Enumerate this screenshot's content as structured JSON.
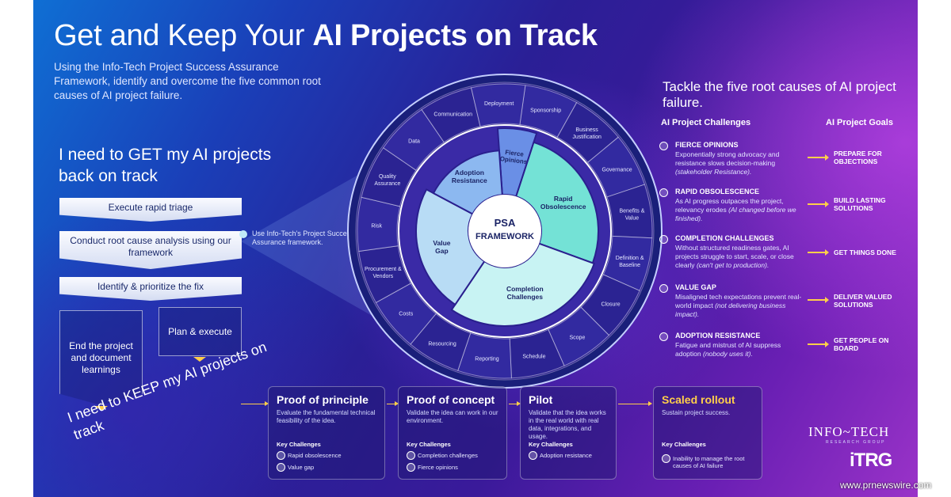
{
  "title": {
    "prefix": "Get and Keep Your ",
    "bold": "AI Projects on Track"
  },
  "subtitle": "Using the Info-Tech Project Success Assurance Framework, identify and overcome the five common root causes of AI project failure.",
  "get_heading": "I need to GET my AI projects back on track",
  "steps": [
    "Execute rapid triage",
    "Conduct root cause analysis using our framework",
    "Identify & prioritize the fix"
  ],
  "branches": [
    "End the project and document learnings",
    "Plan & execute"
  ],
  "keep_heading": "I need to KEEP my AI projects on track",
  "callout": "Use Info-Tech's Project Success Assurance framework.",
  "wheel": {
    "center": [
      "PSA",
      "FRAMEWORK"
    ],
    "inner": [
      {
        "label": "Fierce Opinions",
        "color": "#6a8fe6"
      },
      {
        "label": "Rapid Obsolescence",
        "color": "#74e2d6"
      },
      {
        "label": "Completion Challenges",
        "color": "#c8f3f3"
      },
      {
        "label": "Value Gap",
        "color": "#b8dcf5"
      },
      {
        "label": "Adoption Resistance",
        "color": "#8cb8f0"
      }
    ],
    "outer": [
      "Sponsorship",
      "Business Justification",
      "Governance",
      "Benefits & Value",
      "Definition & Baseline",
      "Closure",
      "Scope",
      "Schedule",
      "Reporting",
      "Resourcing",
      "Costs",
      "Procurement & Vendors",
      "Risk",
      "Quality Assurance",
      "Data",
      "Communication",
      "Deployment"
    ]
  },
  "right_heading": "Tackle the five root causes of AI project failure.",
  "columns": {
    "left": "AI Project Challenges",
    "right": "AI Project Goals"
  },
  "challenges": [
    {
      "name": "FIERCE OPINIONS",
      "desc": "Exponentially strong advocacy and resistance slows decision-making ",
      "note": "(stakeholder Resistance).",
      "goal": "PREPARE FOR OBJECTIONS"
    },
    {
      "name": "RAPID OBSOLESCENCE",
      "desc": "As AI progress outpaces the project, relevancy erodes ",
      "note": "(AI changed before we finished).",
      "goal": "BUILD LASTING SOLUTIONS"
    },
    {
      "name": "COMPLETION CHALLENGES",
      "desc": "Without structured readiness gates, AI projects struggle to start, scale, or close clearly ",
      "note": "(can't get to production).",
      "goal": "GET THINGS DONE"
    },
    {
      "name": "VALUE GAP",
      "desc": "Misaligned tech expectations prevent real-world impact ",
      "note": "(not delivering business impact).",
      "goal": "DELIVER VALUED SOLUTIONS"
    },
    {
      "name": "ADOPTION RESISTANCE",
      "desc": "Fatigue and mistrust of AI suppress adoption ",
      "note": "(nobody uses it).",
      "goal": "GET PEOPLE ON BOARD"
    }
  ],
  "stages": [
    {
      "title": "Proof of principle",
      "desc": "Evaluate the fundamental technical feasibility of the idea.",
      "key_label": "Key Challenges",
      "challenges": [
        "Rapid obsolescence",
        "Value gap"
      ]
    },
    {
      "title": "Proof of concept",
      "desc": "Validate the idea can work in our environment.",
      "key_label": "Key Challenges",
      "challenges": [
        "Completion challenges",
        "Fierce opinions"
      ]
    },
    {
      "title": "Pilot",
      "desc": "Validate that the idea works in the real world with real data, integrations, and usage.",
      "key_label": "Key Challenges",
      "challenges": [
        "Adoption resistance"
      ]
    },
    {
      "title": "Scaled rollout",
      "desc": "Sustain project success.",
      "key_label": "Key Challenges",
      "challenges": [
        "Inability to manage the root causes of AI failure"
      ]
    }
  ],
  "logos": {
    "primary": "INFO~TECH",
    "primary_sub": "RESEARCH GROUP",
    "secondary": "iTRG"
  },
  "credit": "www.prnewswire.com",
  "colors": {
    "accent": "#ffce4a",
    "bg_start": "#0f6fd4",
    "bg_end": "#9a33c8"
  }
}
